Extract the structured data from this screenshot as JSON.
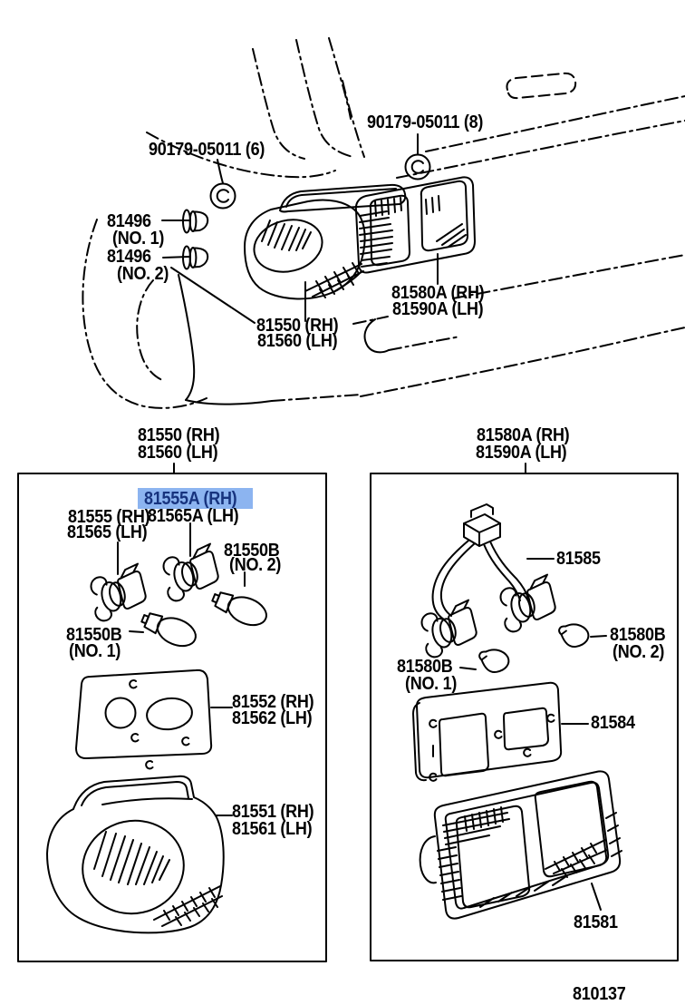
{
  "figure_code": "810137",
  "colors": {
    "highlight_bg": "#8CB4F0",
    "highlight_text": "#17337E",
    "line": "#000000",
    "bg": "#FFFFFF"
  },
  "top_view": {
    "screw_left": "90179-05011 (6)",
    "screw_right": "90179-05011 (8)",
    "clip1": {
      "part": "81496",
      "no": "(NO. 1)"
    },
    "clip2": {
      "part": "81496",
      "no": "(NO. 2)"
    },
    "lamp_left": {
      "rh": "81550 (RH)",
      "lh": "81560 (LH)"
    },
    "lamp_right": {
      "rh": "81580A (RH)",
      "lh": "81590A (LH)"
    }
  },
  "left_box": {
    "header": {
      "rh": "81550 (RH)",
      "lh": "81560 (LH)"
    },
    "socket_selected": {
      "rh": "81555A (RH)",
      "lh": "81565A (LH)"
    },
    "socket": {
      "rh": "81555 (RH)",
      "lh": "81565 (LH)"
    },
    "bulb2": {
      "part": "81550B",
      "no": "(NO. 2)"
    },
    "bulb1": {
      "part": "81550B",
      "no": "(NO. 1)"
    },
    "gasket": {
      "rh": "81552 (RH)",
      "lh": "81562 (LH)"
    },
    "lens": {
      "rh": "81551 (RH)",
      "lh": "81561 (LH)"
    }
  },
  "right_box": {
    "header": {
      "rh": "81580A (RH)",
      "lh": "81590A (LH)"
    },
    "wire": "81585",
    "bulb2": {
      "part": "81580B",
      "no": "(NO. 2)"
    },
    "bulb1": {
      "part": "81580B",
      "no": "(NO. 1)"
    },
    "gasket": "81584",
    "lens": "81581"
  }
}
